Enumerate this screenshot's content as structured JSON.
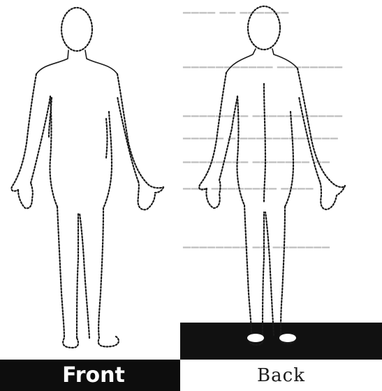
{
  "tabs": {
    "front_label": "Front",
    "back_label": "Back"
  },
  "figures": [
    {
      "view": "front-view"
    },
    {
      "view": "back-view"
    }
  ],
  "colors": {
    "outline": "#1a1a1a",
    "active_tab_background": "#0d0d0d",
    "active_tab_text": "#ffffff",
    "inactive_tab_text": "#1a1a1a",
    "bleed_through_text": "#bdbdbd"
  }
}
